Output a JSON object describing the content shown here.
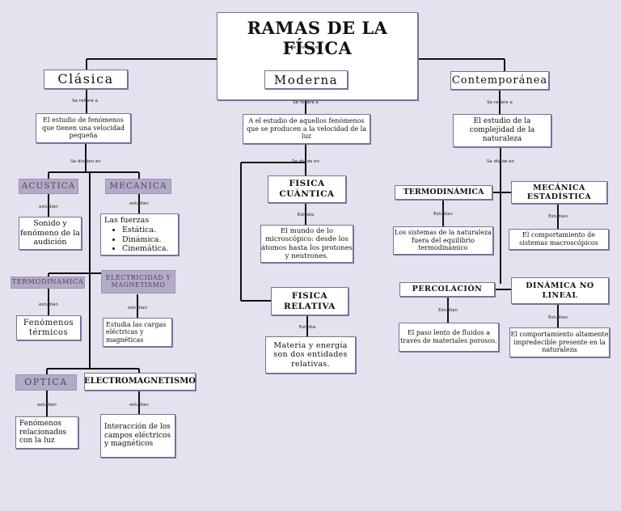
{
  "title": "RAMAS DE LA FÍSICA",
  "title_connector": "Se dividen en",
  "clasica": {
    "label": "Clásica",
    "connector": "Se refiere a",
    "desc": "El estudio de  fenómenos que tienen  una velocidad pequeña",
    "divide_connector": "Se dividen en",
    "acustica": {
      "label": "ACUSTICA",
      "connector": "estudian",
      "desc": "Sonido y fenómeno de la audición"
    },
    "mecanica": {
      "label": "MECANICA",
      "connector": "estudian",
      "intro": "Las fuerzas",
      "items": [
        "Estática.",
        "Dinámica.",
        "Cinemática."
      ]
    },
    "termodinamica": {
      "label": "TERMODINAMICA",
      "connector": "estudian",
      "desc": "Fenómenos térmicos"
    },
    "electricidad": {
      "label": "ELECTRICIDAD Y MAGNETISMO",
      "connector": "estudian",
      "desc": "Estudia las cargas eléctricas y magnéticas"
    },
    "optica": {
      "label": "OPTICA",
      "connector": "estudian",
      "desc": "Fenómenos relacionados con la luz"
    },
    "electromagnetismo": {
      "label": "ELECTROMAGNETISMO",
      "connector": "estudian",
      "desc": "Interacción de los campos eléctricos y magnéticos"
    }
  },
  "moderna": {
    "label": "Moderna",
    "connector": "Se refiere a",
    "desc": "A el estudio de aquellos fenómenos que se producen a la velocidad de la luz",
    "divide_connector": "Se divide en",
    "cuantica": {
      "label": "FISICA CUÁNTICA",
      "connector": "Estudia",
      "desc": "El mundo de lo microscópico: desde los átomos hasta los protones y neutrones."
    },
    "relativa": {
      "label": "FISICA RELATIVA",
      "connector": "Estudia",
      "desc": "Materia y energía son dos entidades relativas."
    }
  },
  "contemporanea": {
    "label": "Contemporánea",
    "connector": "Se refiere a",
    "desc": "El estudio de la complejidad de la naturaleza",
    "divide_connector": "Se divide en",
    "termodinamica": {
      "label": "TERMODINÁMICA",
      "connector": "Estudian",
      "desc": "Los sistemas de la naturaleza fuera del equilibrio termodinámico"
    },
    "mecanica_estadistica": {
      "label": "MECÁNICA ESTADÍSTICA",
      "connector": "Estudian",
      "desc": "El comportamiento de sistemas macroscópicos"
    },
    "percolacion": {
      "label": "PERCOLACIÓN",
      "connector": "Estudian",
      "desc": "El paso lento de fluidos a través de materiales porosos."
    },
    "dinamica_no_lineal": {
      "label": "DINÁMICA NO LINEAL",
      "connector": "Estudian",
      "desc": "El comportamiento altamente impredecible presente en la naturaleza"
    }
  }
}
